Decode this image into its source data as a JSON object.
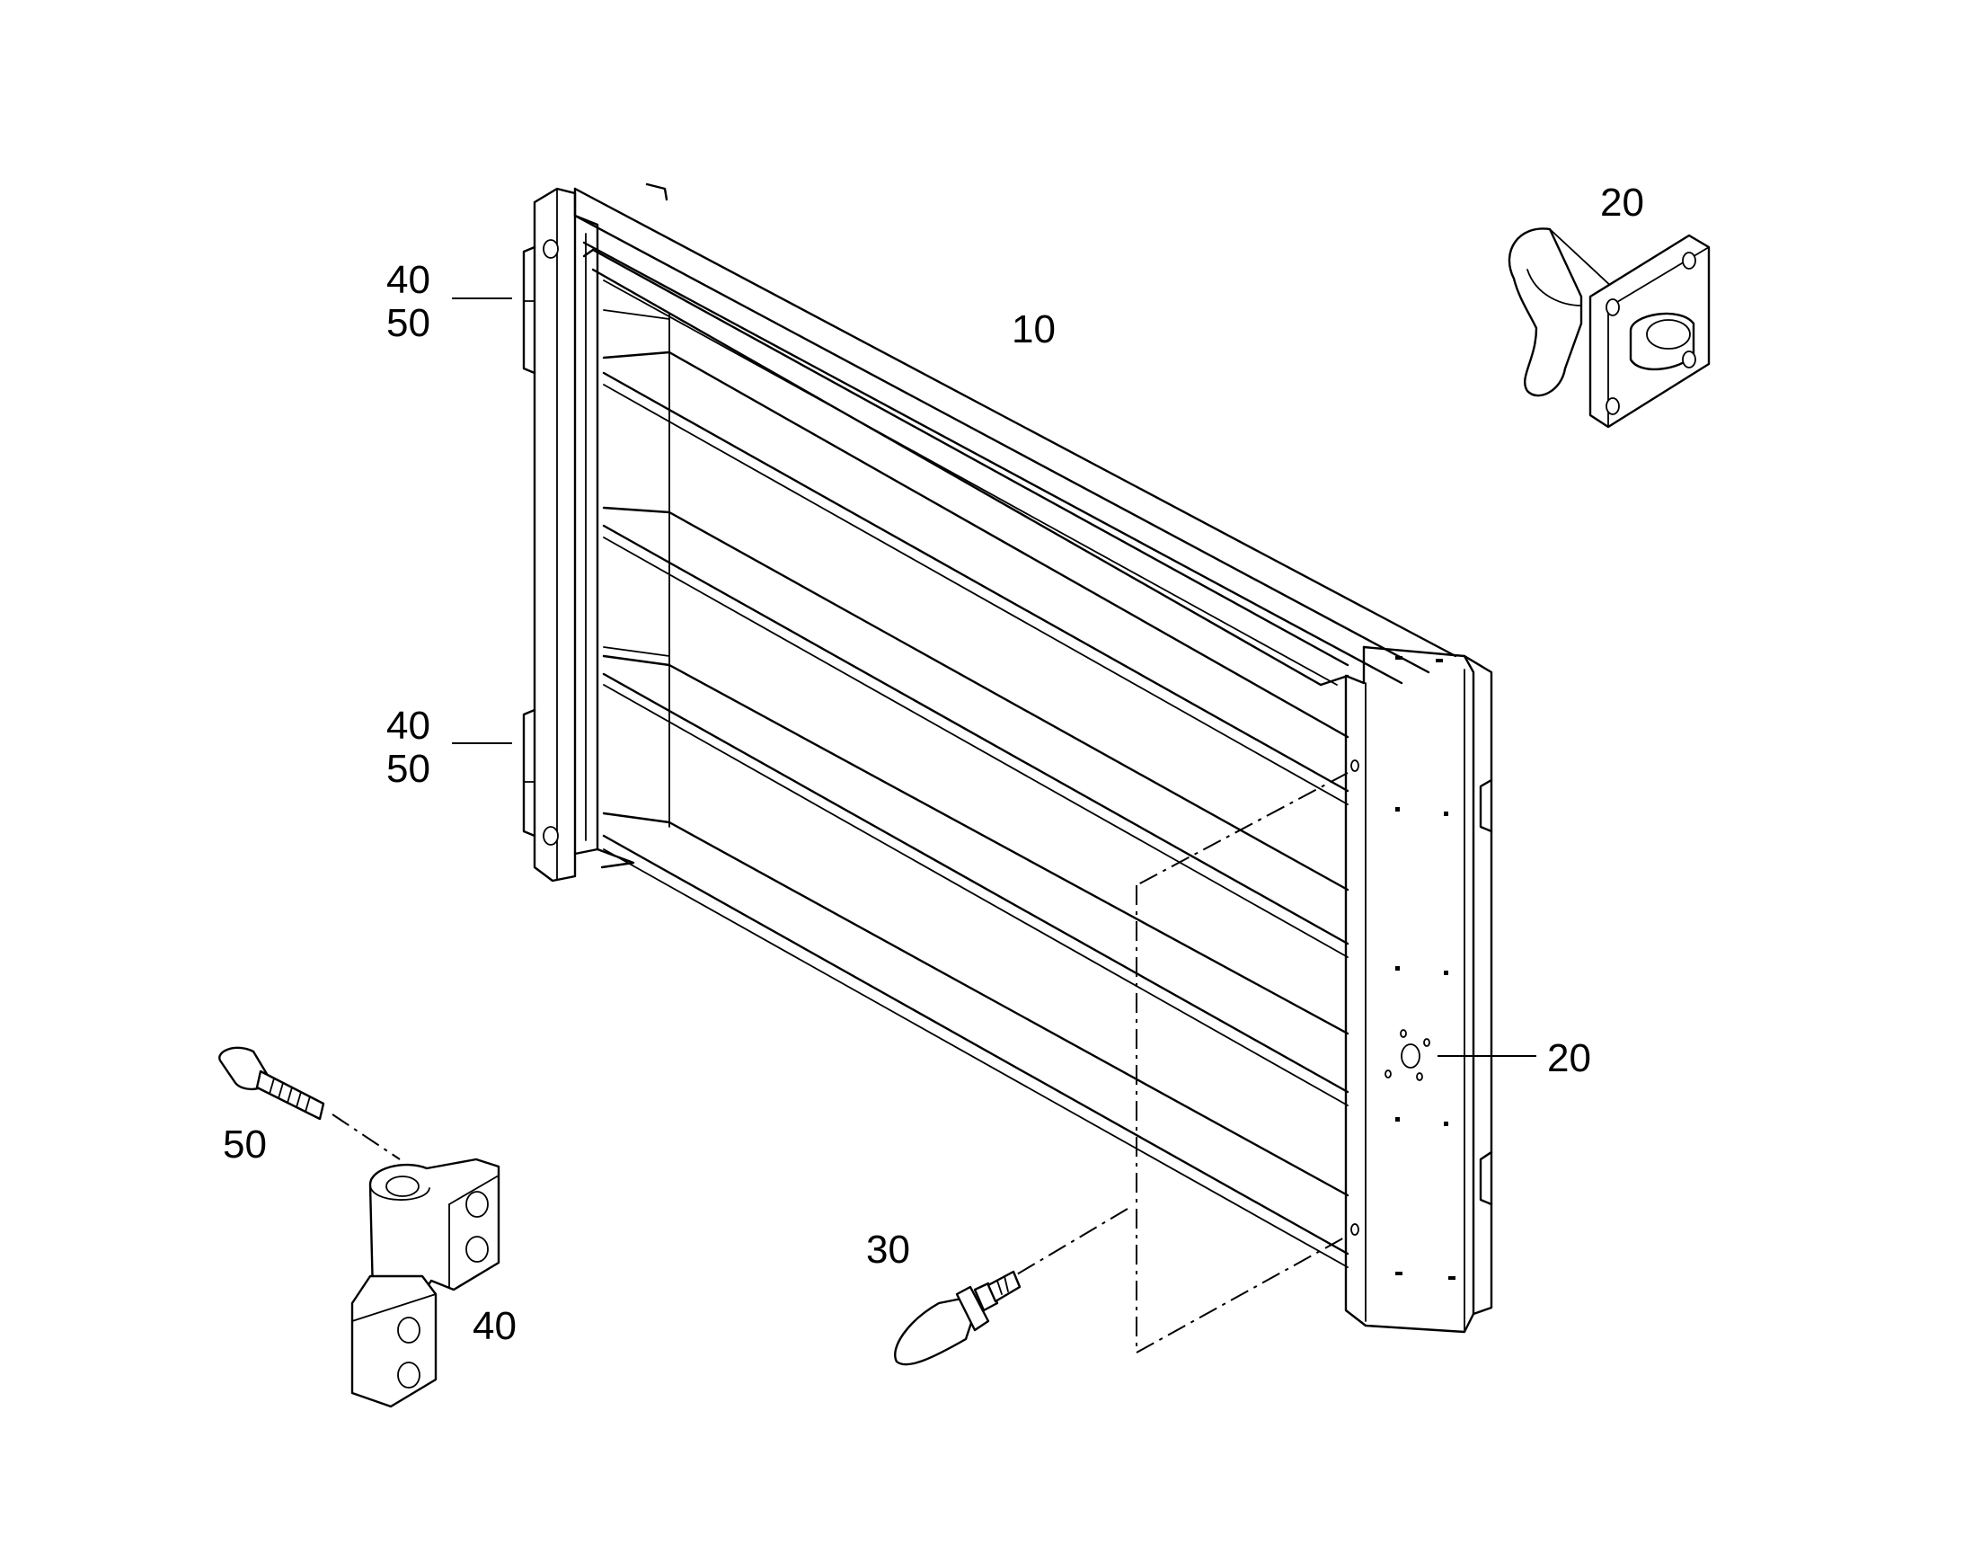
{
  "callouts": {
    "door_frame": "10",
    "mount_detail": "20",
    "mount_on_frame": "20",
    "buffer": "30",
    "hinge_upper_a": "40",
    "hinge_upper_b": "50",
    "hinge_lower_a": "40",
    "hinge_lower_b": "50",
    "screw_detail": "50",
    "hinge_detail": "40"
  },
  "colors": {
    "line": "#000000",
    "background": "#ffffff"
  }
}
